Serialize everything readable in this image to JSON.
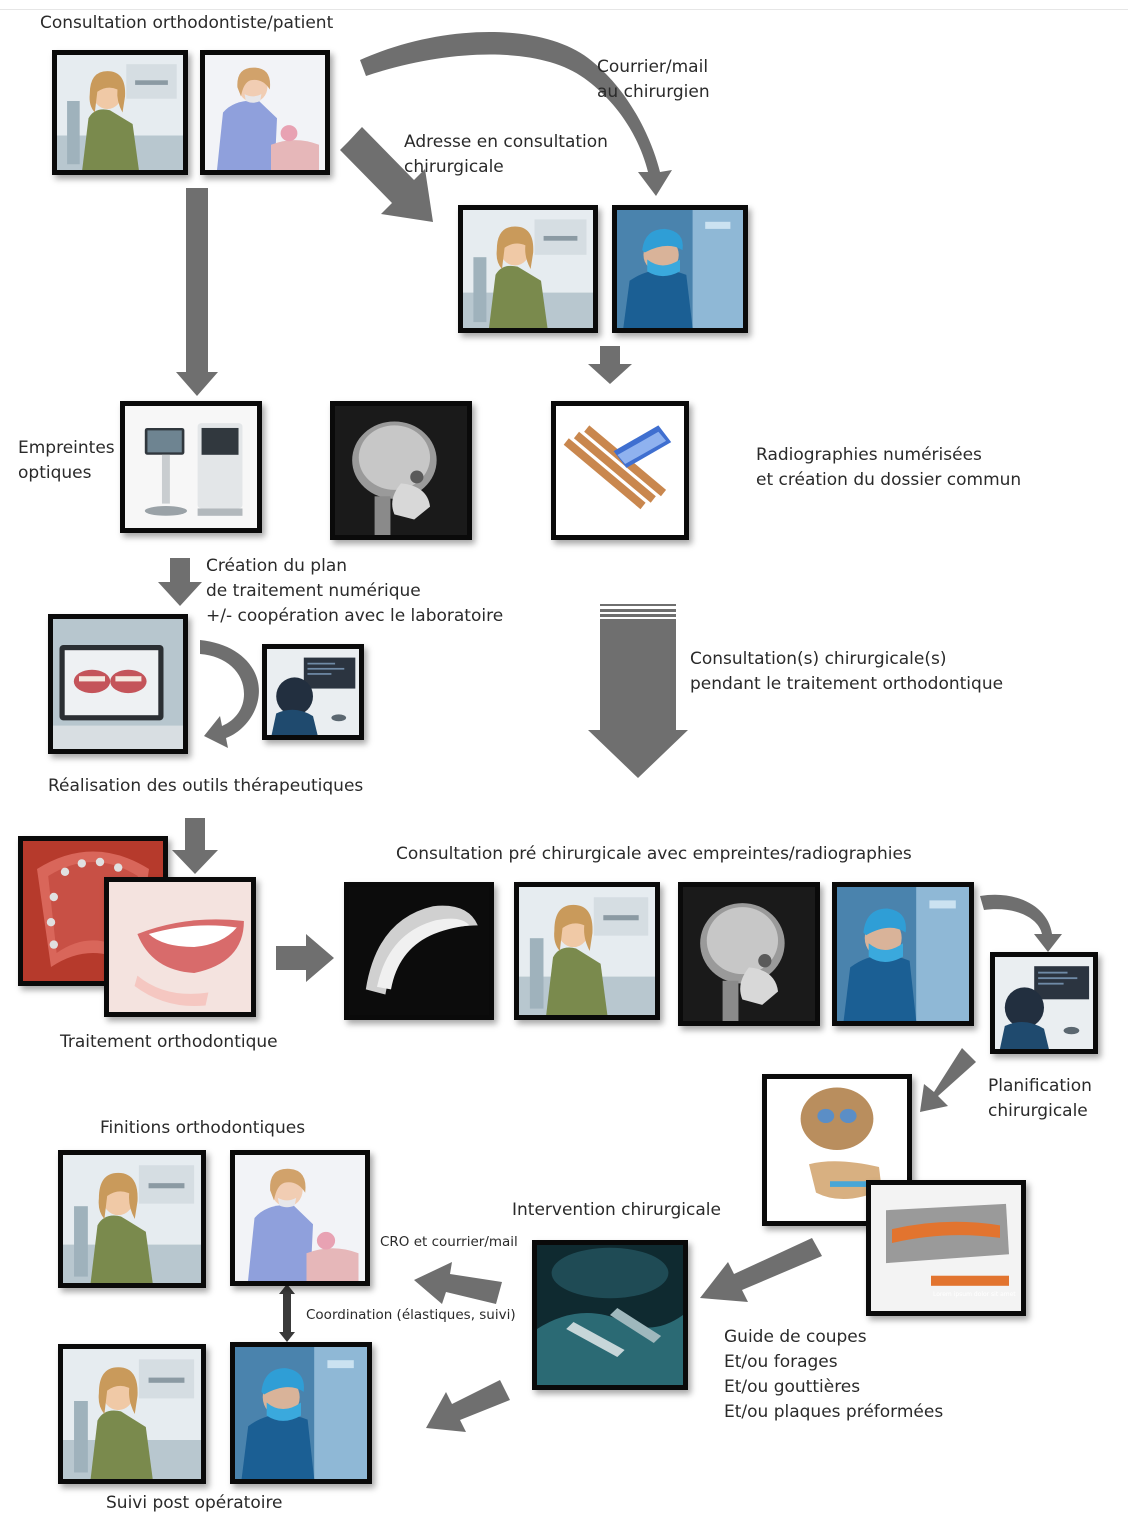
{
  "colors": {
    "arrow": "#6f6f6f",
    "frame": "#0a0a0a",
    "text": "#2a2a2a"
  },
  "labels": {
    "consultation_ortho": "Consultation orthodontiste/patient",
    "courrier_l1": "Courrier/mail",
    "courrier_l2": "au chirurgien",
    "adresse_l1": "Adresse en consultation",
    "adresse_l2": "chirurgicale",
    "empreintes_l1": "Empreintes",
    "empreintes_l2": "optiques",
    "radio_l1": "Radiographies numérisées",
    "radio_l2": "et création du dossier commun",
    "plan_l1": "Création du plan",
    "plan_l2": "de traitement numérique",
    "plan_l3": "+/- coopération avec le laboratoire",
    "consult_chir_l1": "Consultation(s) chirurgicale(s)",
    "consult_chir_l2": "pendant le traitement orthodontique",
    "realisation": "Réalisation des outils thérapeutiques",
    "pre_chir": "Consultation pré chirurgicale avec empreintes/radiographies",
    "traitement": "Traitement orthodontique",
    "planif_l1": "Planification",
    "planif_l2": "chirurgicale",
    "finitions": "Finitions orthodontiques",
    "intervention": "Intervention chirurgicale",
    "cro": "CRO et courrier/mail",
    "coordination": "Coordination (élastiques, suivi)",
    "guide_l1": "Guide de coupes",
    "guide_l2": "Et/ou forages",
    "guide_l3": "Et/ou gouttières",
    "guide_l4": "Et/ou plaques préformées",
    "suivi": "Suivi post opératoire",
    "device_caption": "Lorem ipsum dolor sit amet"
  },
  "photo_subjects": {
    "patient": "patient-in-dental-chair",
    "orthodontist": "orthodontist-examining",
    "surgeon": "surgeon-in-mask",
    "scanner": "intraoral-scanner-device",
    "xray": "cephalometric-xray",
    "sensor": "digital-xray-sensor",
    "cad": "cad-dental-model-screen",
    "technician": "lab-technician-at-computer",
    "braces": "lingual-braces-photo",
    "aligner": "smile-with-aligner",
    "arch": "3d-dental-arch-scan",
    "skull3d": "3d-skull-planning",
    "guide": "surgical-guide-model",
    "surgery": "operating-room-surgery"
  }
}
